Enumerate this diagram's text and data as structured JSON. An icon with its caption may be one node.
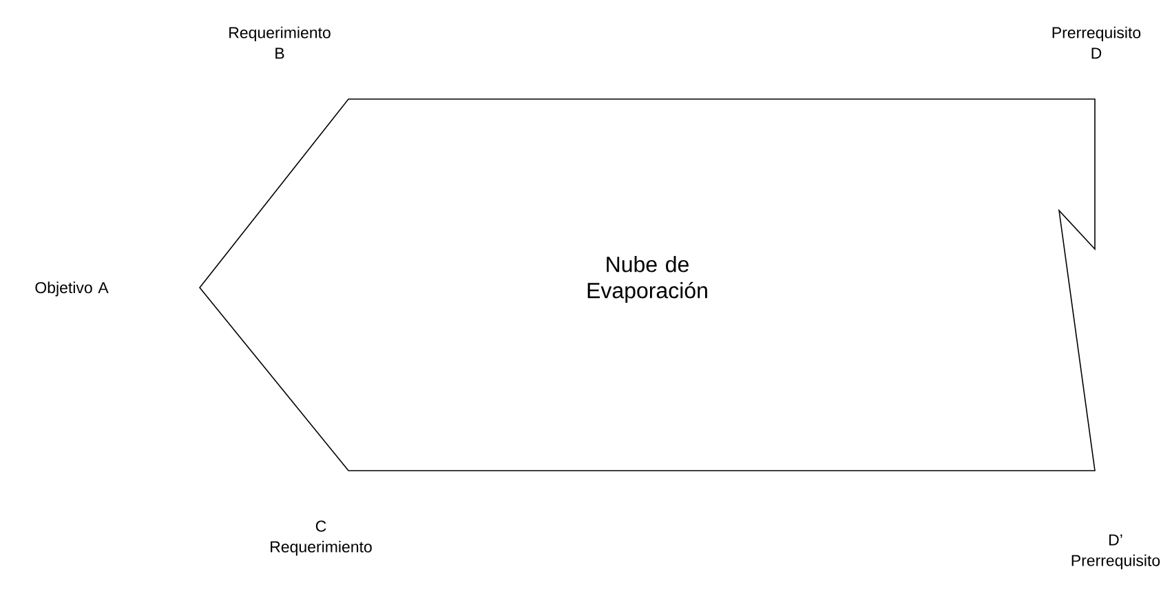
{
  "diagram": {
    "nodes": [
      {
        "text": [
          "Nube de Evaporación"
        ]
      }
    ],
    "labels": [
      "Requerimiento B",
      "Prerrequisito D",
      "Objetivo A",
      "C Requerimiento",
      "D’ Prerrequisito"
    ]
  }
}
